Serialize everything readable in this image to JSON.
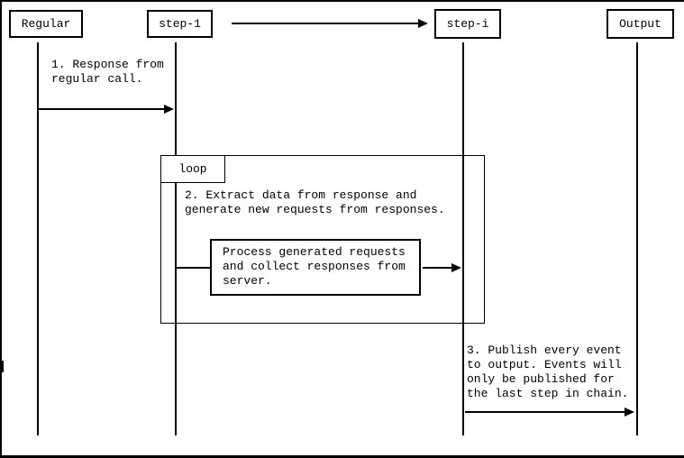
{
  "diagram": {
    "participants": [
      {
        "label": "Regular"
      },
      {
        "label": "step-1"
      },
      {
        "label": "step-i"
      },
      {
        "label": "Output"
      }
    ],
    "loop": {
      "label": "loop"
    },
    "messages": {
      "response": "1. Response from regular call.",
      "extract": "2. Extract data from response and generate new requests from responses.",
      "process": "Process generated requests and collect responses from server.",
      "publish": "3. Publish every event to output. Events will only be published for the last step in chain."
    },
    "colors": {
      "line": "#000000",
      "background": "#ffffff",
      "text": "#000000"
    }
  }
}
